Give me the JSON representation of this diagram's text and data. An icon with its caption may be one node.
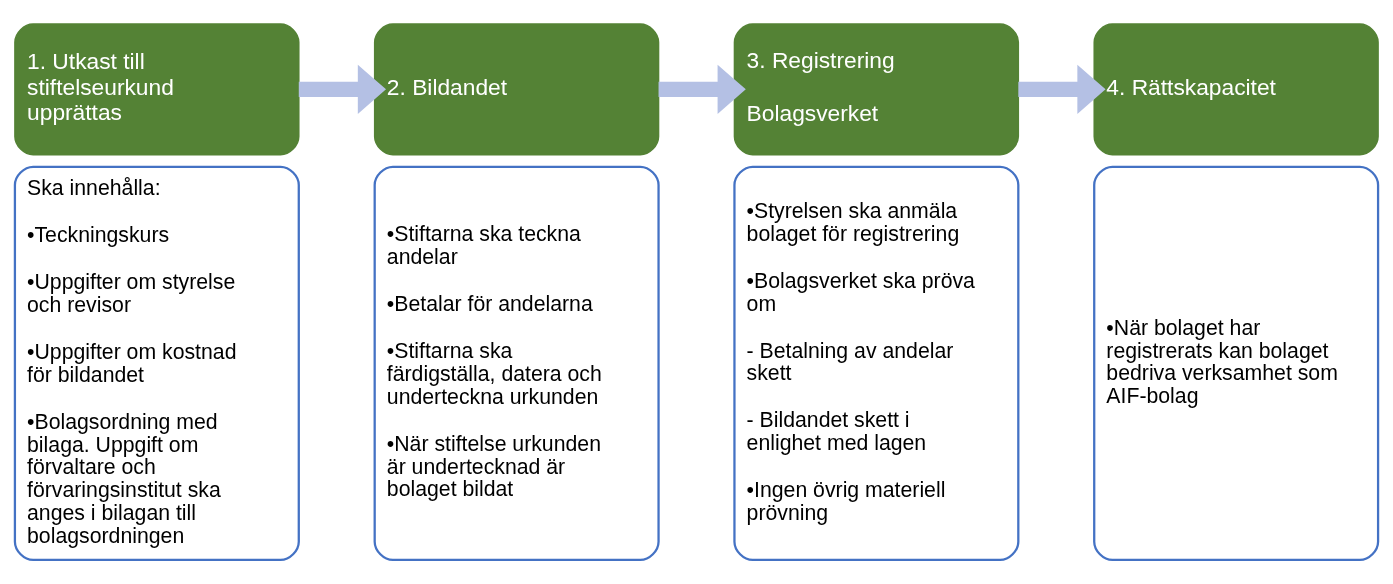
{
  "diagram": {
    "nodes": [
      {
        "text": [
          "1. Utkast till stiftelseurkund upprättas"
        ]
      },
      {
        "text": [
          "Ska innehålla:",
          "•Teckningskurs",
          "•Uppgifter om styrelse och revisor",
          "•Uppgifter om kostnad för bildandet",
          "•Bolagsordning med bilaga. Uppgift om förvaltare och förvaringsinstitut ska anges i bilagan till bolagsordningen"
        ]
      },
      {
        "text": [
          "2. Bildandet"
        ]
      },
      {
        "text": [
          "•Stiftarna ska teckna andelar",
          "•Betalar för andelarna",
          "•Stiftarna ska färdigställa, datera och underteckna urkunden",
          "•När stiftelse urkunden är undertecknad är bolaget bildat"
        ]
      },
      {
        "text": [
          "3. Registrering",
          "Bolagsverket"
        ]
      },
      {
        "text": [
          "•Styrelsen ska anmäla bolaget för registrering",
          "•Bolagsverket ska pröva om",
          "- Betalning av andelar skett",
          "- Bildandet skett i enlighet med lagen",
          "•Ingen övrig materiell prövning"
        ]
      },
      {
        "text": [
          "4. Rättskapacitet"
        ]
      },
      {
        "text": [
          "•När bolaget har registrerats kan bolaget bedriva verksamhet som AIF-bolag"
        ]
      }
    ],
    "edges": [
      {
        "from": 0,
        "to": 2,
        "arrow": "to"
      },
      {
        "from": 2,
        "to": 4,
        "arrow": "to"
      },
      {
        "from": 4,
        "to": 6,
        "arrow": "to"
      }
    ]
  }
}
